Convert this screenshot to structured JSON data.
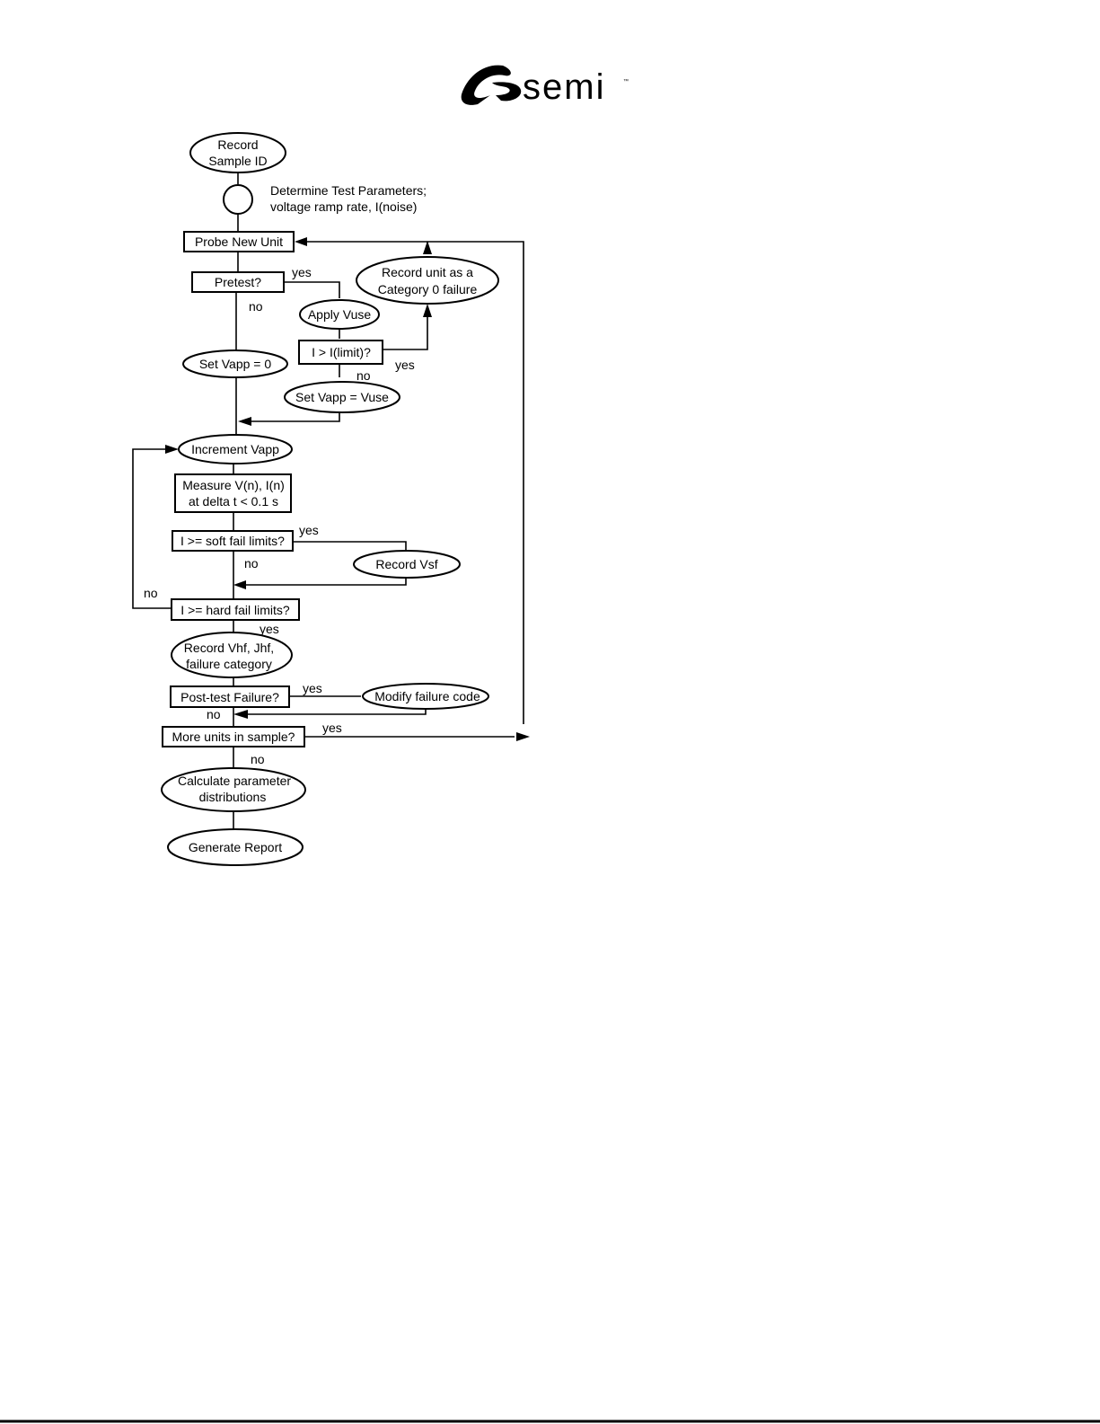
{
  "logo": {
    "name": "semi",
    "tm": "™"
  },
  "nodes": {
    "record_sample_id": [
      "Record",
      "Sample ID"
    ],
    "connector": [],
    "determine_params": [
      "Determine  Test  Parameters;",
      "voltage  ramp  rate,  I(noise)"
    ],
    "probe_new_unit": [
      "Probe  New  Unit"
    ],
    "pretest": [
      "Pretest?"
    ],
    "record_cat0": [
      "Record  unit  as  a",
      "Category  0  failure"
    ],
    "apply_vuse": [
      "Apply Vuse"
    ],
    "i_limit": [
      "I  >  I(limit)?"
    ],
    "set_vapp_0": [
      "Set Vapp = 0"
    ],
    "set_vapp_vuse": [
      "Set Vapp = Vuse"
    ],
    "increment_vapp": [
      "Increment Vapp"
    ],
    "measure": [
      "Measure  V(n),  I(n)",
      "at  delta  t  <  0.1  s"
    ],
    "soft_fail": [
      "I  >=  soft  fail  limits?"
    ],
    "record_vsf": [
      "Record  Vsf"
    ],
    "hard_fail": [
      "I  >=  hard  fail  limits?"
    ],
    "record_vhf": [
      "Record  Vhf,  Jhf,",
      "failure  category"
    ],
    "post_test": [
      "Post-test  Failure?"
    ],
    "modify_code": [
      "Modify  failure  code"
    ],
    "more_units": [
      "More  units  in  sample?"
    ],
    "calc_params": [
      "Calculate  parameter",
      "distributions"
    ],
    "generate_report": [
      "Generate  Report"
    ]
  },
  "labels": {
    "pretest_yes": "yes",
    "pretest_no": "no",
    "ilimit_yes": "yes",
    "ilimit_no": "no",
    "soft_yes": "yes",
    "soft_no": "no",
    "hard_no": "no",
    "hard_yes": "yes",
    "post_yes": "yes",
    "post_no": "no",
    "more_yes": "yes",
    "more_no": "no"
  }
}
